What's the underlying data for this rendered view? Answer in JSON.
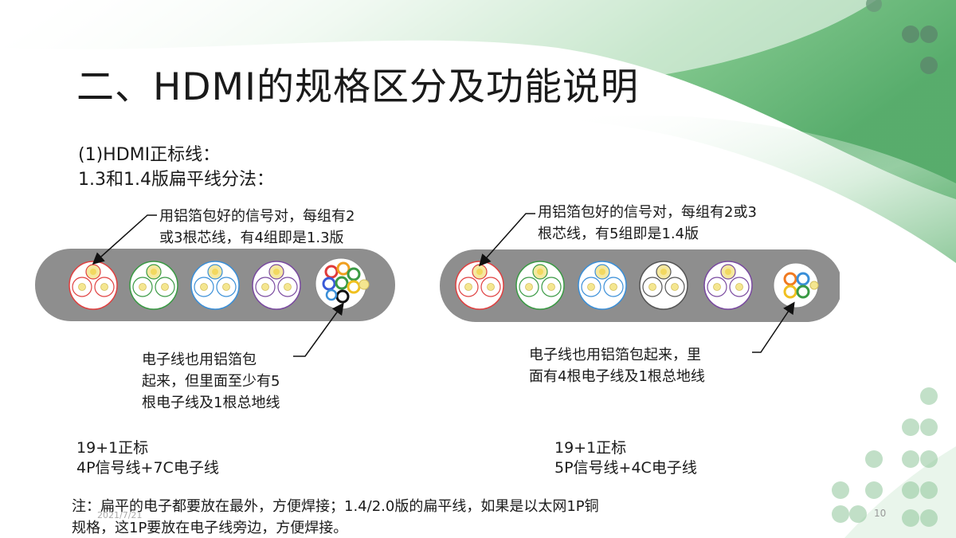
{
  "slide": {
    "title": "二、HDMI的规格区分及功能说明",
    "subtitle_line1": "(1)HDMI正标线：",
    "subtitle_line2": "1.3和1.4版扁平线分法：",
    "left": {
      "top_note_line1": "用铝箔包好的信号对，每组有2",
      "top_note_line2": "或3根芯线，有4组即是1.3版",
      "bottom_note_line1": "电子线也用铝箔包",
      "bottom_note_line2": "起来，但里面至少有5",
      "bottom_note_line3": "根电子线及1根总地线",
      "spec_line1": "19+1正标",
      "spec_line2": "4P信号线+7C电子线"
    },
    "right": {
      "top_note_line1": "用铝箔包好的信号对，每组有2或3",
      "top_note_line2": "根芯线，有5组即是1.4版",
      "bottom_note_line1": "电子线也用铝箔包起来，里",
      "bottom_note_line2": "面有4根电子线及1根总地线",
      "spec_line1": "19+1正标",
      "spec_line2": "5P信号线+4C电子线"
    },
    "footer_line1": "注：扁平的电子都要放在最外，方便焊接；1.4/2.0版的扁平线，如果是以太网1P铜",
    "footer_line2": "规格，这1P要放在电子线旁边，方便焊接。",
    "date": "2021/7/21",
    "page_number": "10"
  },
  "colors": {
    "accent_green": "#3aa257",
    "cable_gray": "#8c8c8c",
    "pair_red": "#e03a3a",
    "pair_green": "#3a9a44",
    "pair_blue": "#3a8fd8",
    "pair_purple": "#7a4aa0",
    "pair_black": "#555555",
    "conductor_yellow": "#f2e27a"
  }
}
